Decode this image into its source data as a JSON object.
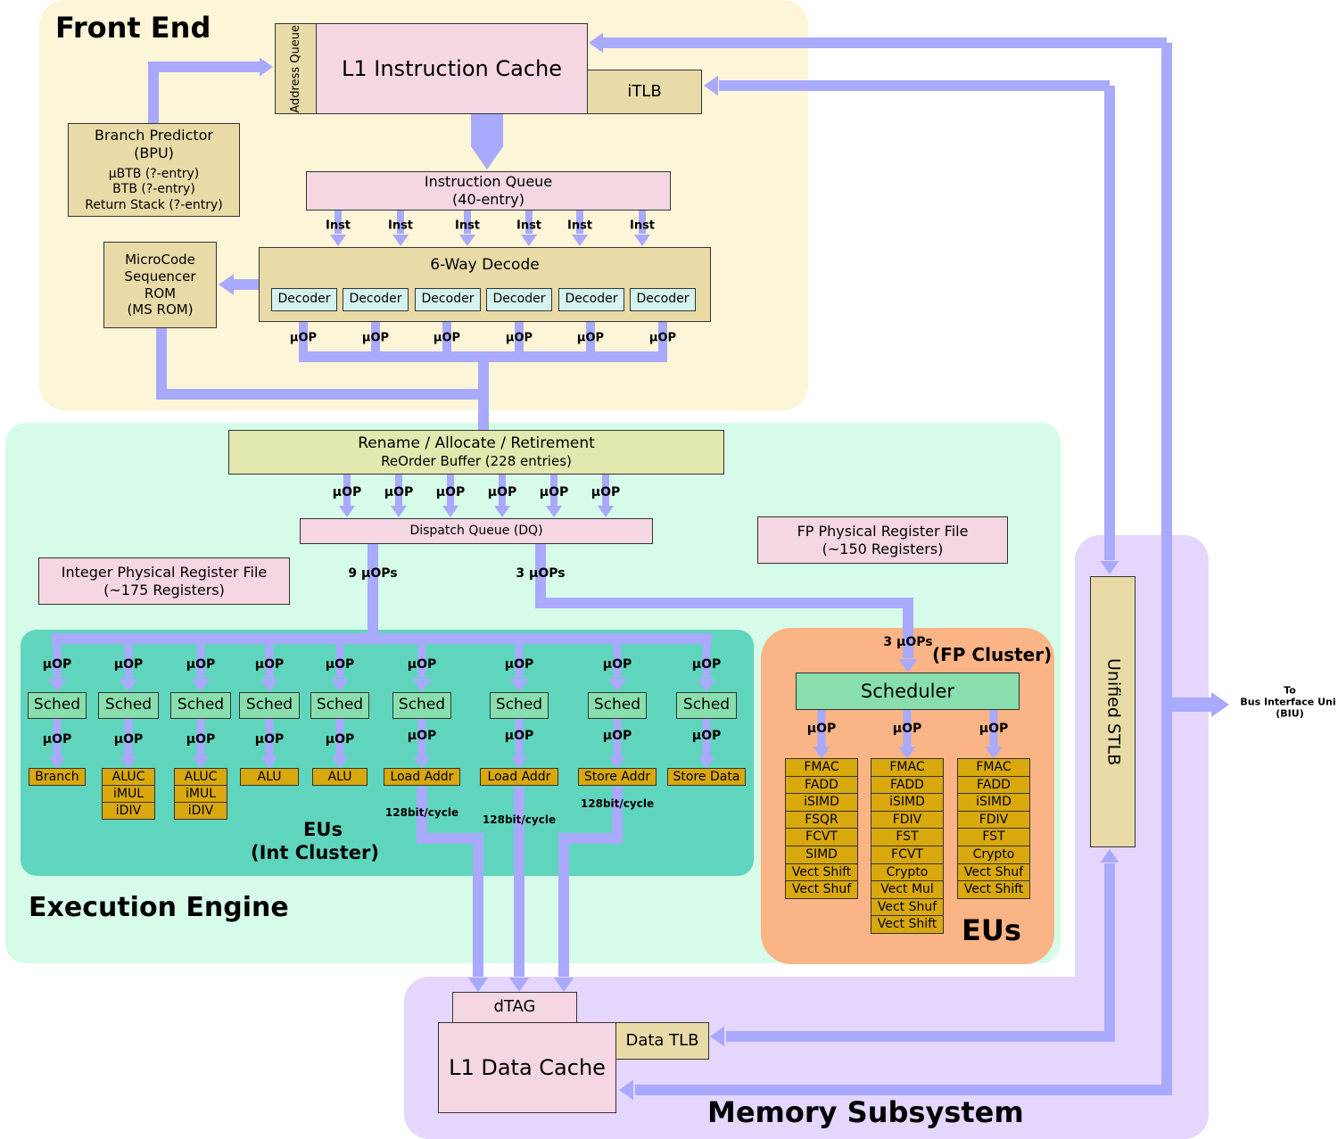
{
  "sections": {
    "front_end": "Front End",
    "execution_engine": "Execution Engine",
    "memory_subsystem": "Memory Subsystem",
    "fp_cluster": "(FP Cluster)",
    "fp_eus": "EUs",
    "int_eus": "EUs",
    "int_cluster": "(Int Cluster)"
  },
  "front_end": {
    "address_queue": "Address Queue",
    "l1i": "L1 Instruction Cache",
    "itlb": "iTLB",
    "bpu": {
      "title": "Branch Predictor",
      "subtitle": "(BPU)",
      "lines": [
        "µBTB (?-entry)",
        "BTB (?-entry)",
        "Return Stack (?-entry)"
      ]
    },
    "iq": {
      "title": "Instruction Queue",
      "subtitle": "(40-entry)"
    },
    "inst_label": "Inst",
    "msrom": [
      "MicroCode",
      "Sequencer",
      "ROM",
      "(MS ROM)"
    ],
    "decode": {
      "title": "6-Way Decode",
      "decoder": "Decoder"
    },
    "uop": "µOP"
  },
  "exec": {
    "rename": {
      "title": "Rename / Allocate / Retirement",
      "subtitle": "ReOrder Buffer (228 entries)"
    },
    "dq": "Dispatch Queue (DQ)",
    "int_prf": {
      "title": "Integer Physical Register File",
      "subtitle": "(~175 Registers)"
    },
    "fp_prf": {
      "title": "FP Physical Register File",
      "subtitle": "(~150 Registers)"
    },
    "int_uops": "9 µOPs",
    "fp_uops": "3 µOPs",
    "fp_uops_2": "3 µOPs",
    "sched": "Sched",
    "uop": "µOP",
    "int_units": [
      [
        "Branch"
      ],
      [
        "ALUC",
        "iMUL",
        "iDIV"
      ],
      [
        "ALUC",
        "iMUL",
        "iDIV"
      ],
      [
        "ALU"
      ],
      [
        "ALU"
      ],
      [
        "Load Addr"
      ],
      [
        "Load Addr"
      ],
      [
        "Store Addr"
      ],
      [
        "Store Data"
      ]
    ],
    "bandwidth": "128bit/cycle",
    "fp_scheduler": "Scheduler",
    "fp_units": [
      [
        "FMAC",
        "FADD",
        "iSIMD",
        "FSQR",
        "FCVT",
        "SIMD",
        "Vect Shift",
        "Vect Shuf"
      ],
      [
        "FMAC",
        "FADD",
        "iSIMD",
        "FDIV",
        "FST",
        "FCVT",
        "Crypto",
        "Vect Mul",
        "Vect Shuf",
        "Vect Shift"
      ],
      [
        "FMAC",
        "FADD",
        "iSIMD",
        "FDIV",
        "FST",
        "Crypto",
        "Vect Shuf",
        "Vect Shift"
      ]
    ]
  },
  "memory": {
    "dtag": "dTAG",
    "l1d": "L1 Data Cache",
    "dtlb": "Data TLB",
    "stlb": "Unified STLB",
    "biu": [
      "To",
      "Bus Interface Uni",
      "(BIU)"
    ]
  },
  "colors": {
    "front_end_bg": "#fdf5d7",
    "exec_bg": "#d6fbe8",
    "int_cluster_bg": "#5fd5bd",
    "fp_cluster_bg": "#fbb485",
    "memory_bg": "#e5d6fd",
    "arrow": "#a9a9fd",
    "unit": "#d8a80c"
  }
}
